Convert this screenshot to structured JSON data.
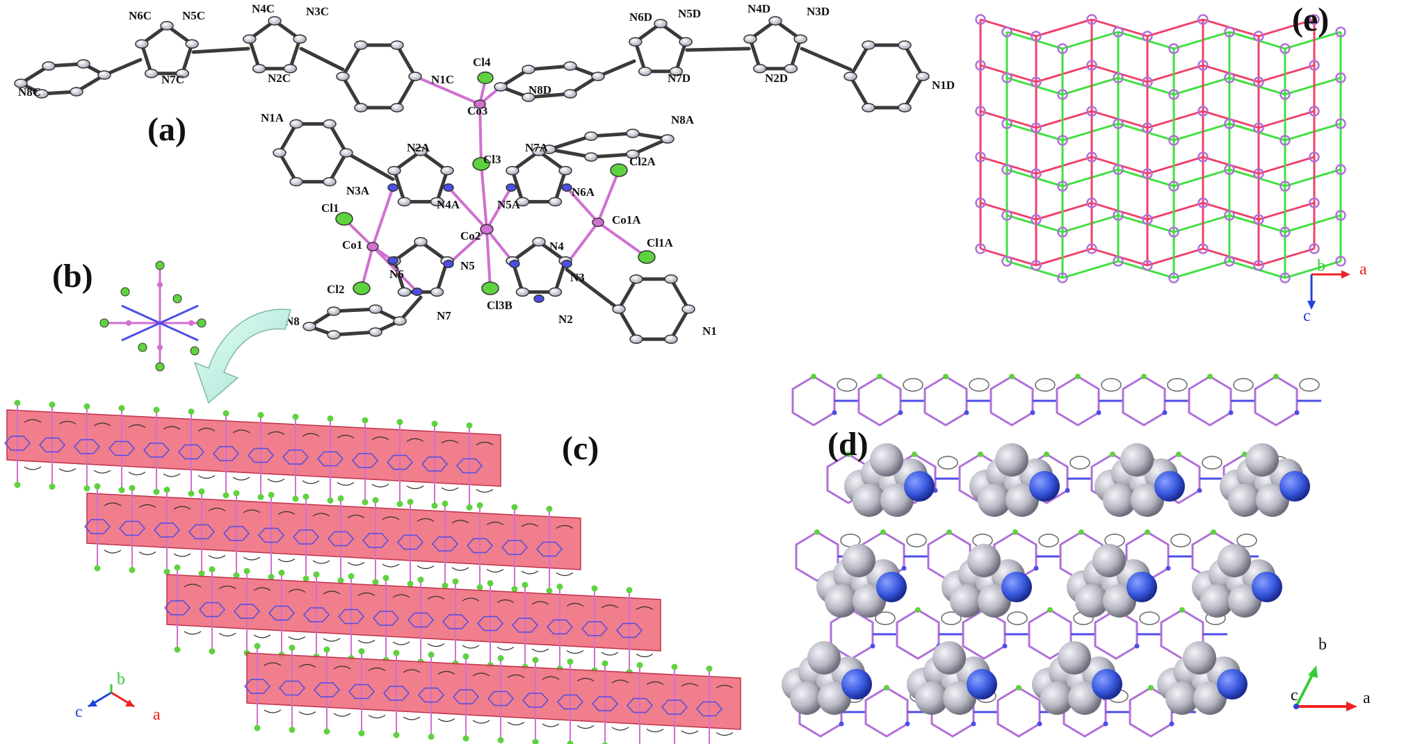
{
  "colors": {
    "bond_gray": "#3a3a3a",
    "ring_fill": "#c9cbd6",
    "nitrogen_blue": "#4d4de8",
    "cobalt_pink": "#d070d0",
    "chlorine_green": "#5fd23f",
    "layer_pink": "#f07080",
    "net_red": "#f0406a",
    "net_green": "#3fe03f",
    "net_node": "#b070d8",
    "sphere_gray": "#b8b8c4",
    "sphere_blue": "#3a5ae0",
    "axis_a": "#ee2222",
    "axis_b": "#33cc33",
    "axis_c": "#2244dd",
    "arrow_fill": "#bff0e4"
  },
  "panels": {
    "a": {
      "label": "(a)"
    },
    "b": {
      "label": "(b)"
    },
    "c": {
      "label": "(c)",
      "axes": {
        "a": "a",
        "b": "b",
        "c": "c"
      }
    },
    "d": {
      "label": "(d)",
      "axes": {
        "a": "a",
        "b": "b",
        "c": "c"
      }
    },
    "e": {
      "label": "(e)",
      "axes": {
        "a": "a",
        "b": "b",
        "c": "c"
      }
    }
  },
  "atom_labels": {
    "N6C": "N6C",
    "N5C": "N5C",
    "N4C": "N4C",
    "N3C": "N3C",
    "N8C": "N8C",
    "N7C": "N7C",
    "N2C": "N2C",
    "N1C": "N1C",
    "Cl4": "Cl4",
    "Co3": "Co3",
    "N8D": "N8D",
    "N6D": "N6D",
    "N5D": "N5D",
    "N4D": "N4D",
    "N3D": "N3D",
    "N7D": "N7D",
    "N2D": "N2D",
    "N1D": "N1D",
    "N1A": "N1A",
    "N8A": "N8A",
    "N2A": "N2A",
    "N7A": "N7A",
    "Cl3": "Cl3",
    "Cl2A": "Cl2A",
    "N3A": "N3A",
    "N4A": "N4A",
    "N5A": "N5A",
    "N6A": "N6A",
    "Cl1": "Cl1",
    "Co1": "Co1",
    "Co2": "Co2",
    "Co1A": "Co1A",
    "Cl1A": "Cl1A",
    "N6": "N6",
    "N5": "N5",
    "N4": "N4",
    "N3": "N3",
    "Cl2": "Cl2",
    "N7": "N7",
    "Cl3B": "Cl3B",
    "N2": "N2",
    "N8": "N8",
    "N1": "N1"
  }
}
